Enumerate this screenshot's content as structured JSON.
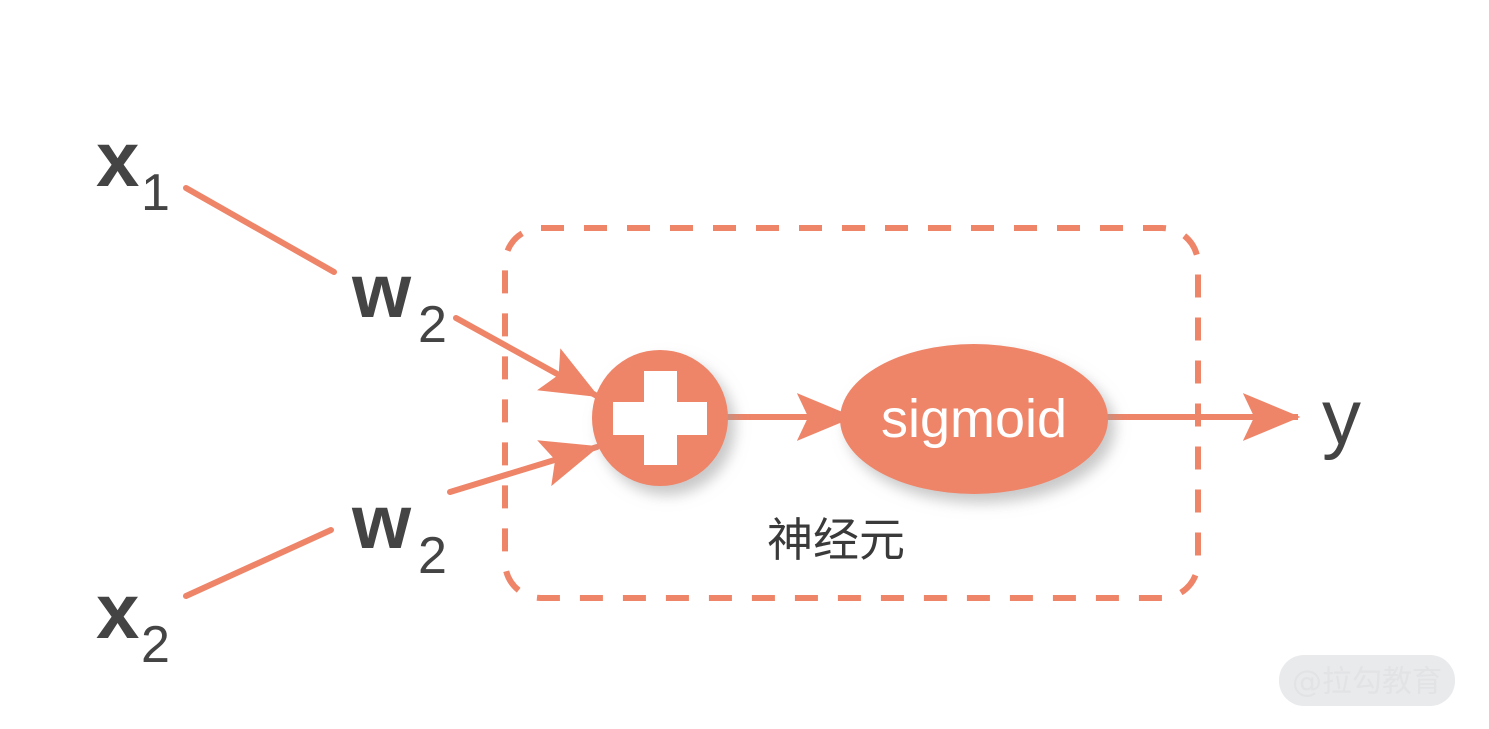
{
  "diagram": {
    "title": "神经元",
    "background_color": "#ffffff",
    "accent_color": "#ee8468",
    "label_color": "#444444",
    "inputs": [
      {
        "id": "x1",
        "label": "x",
        "subscript": "1"
      },
      {
        "id": "x2",
        "label": "x",
        "subscript": "2"
      }
    ],
    "weights": [
      {
        "id": "w_top",
        "label": "w",
        "subscript": "2"
      },
      {
        "id": "w_bottom",
        "label": "w",
        "subscript": "2"
      }
    ],
    "nodes": [
      {
        "id": "sum-node",
        "label": "+",
        "shape": "circle",
        "fill": "#ee8468",
        "text_color": "#ffffff"
      },
      {
        "id": "activation-node",
        "label": "sigmoid",
        "shape": "ellipse",
        "fill": "#ee8468",
        "text_color": "#ffffff"
      }
    ],
    "boundary": {
      "label": "神经元",
      "style": "dashed",
      "color": "#ee8468"
    },
    "output": {
      "id": "y",
      "label": "y"
    },
    "watermark": {
      "text": "@拉勾教育",
      "bg_color": "#e9eaec",
      "text_color": "#f2f3f4"
    }
  }
}
